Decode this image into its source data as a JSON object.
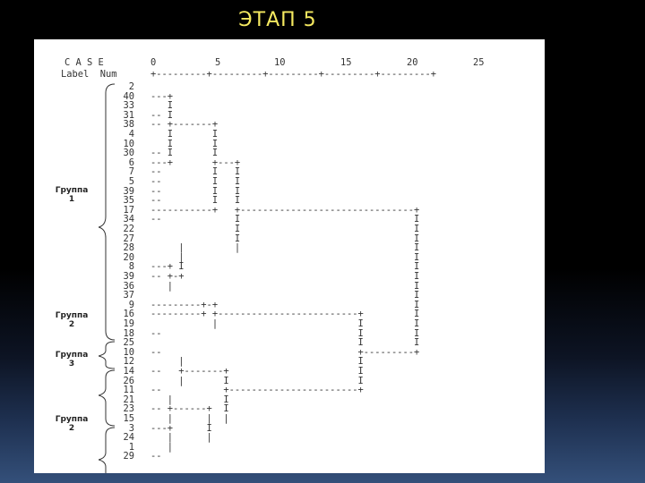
{
  "title": "ЭТАП 5",
  "header": {
    "line1_left": "C A S E",
    "scale_ticks": [
      "0",
      "5",
      "10",
      "15",
      "20",
      "25"
    ],
    "line2_left": "Label  Num",
    "rule": "+---------+---------+---------+---------+---------+"
  },
  "groups": [
    {
      "name": "Группа",
      "number": "1"
    },
    {
      "name": "Группа",
      "number": "2"
    },
    {
      "name": "Группа",
      "number": "3"
    },
    {
      "name": "Группа",
      "number": "2"
    }
  ],
  "rows": [
    {
      "num": "2",
      "tree": ""
    },
    {
      "num": "40",
      "tree": "---+"
    },
    {
      "num": "33",
      "tree": "   I"
    },
    {
      "num": "31",
      "tree": "-- I"
    },
    {
      "num": "38",
      "tree": "-- +-------+"
    },
    {
      "num": "4",
      "tree": "   I       I"
    },
    {
      "num": "10",
      "tree": "   I       I"
    },
    {
      "num": "30",
      "tree": "-- I       I"
    },
    {
      "num": "6",
      "tree": "---+       +---+"
    },
    {
      "num": "7",
      "tree": "--         I   I"
    },
    {
      "num": "5",
      "tree": "--         I   I"
    },
    {
      "num": "39",
      "tree": "--         I   I"
    },
    {
      "num": "35",
      "tree": "--         I   I"
    },
    {
      "num": "17",
      "tree": "-----------+   +-------------------------------+"
    },
    {
      "num": "34",
      "tree": "--             I                               I"
    },
    {
      "num": "22",
      "tree": "               I                               I"
    },
    {
      "num": "27",
      "tree": "               I                               I"
    },
    {
      "num": "28",
      "tree": "     |         |                               I"
    },
    {
      "num": "20",
      "tree": "     |                                         I"
    },
    {
      "num": "8",
      "tree": "---+ I                                         I"
    },
    {
      "num": "39",
      "tree": "-- +-+                                         I"
    },
    {
      "num": "36",
      "tree": "   |                                           I"
    },
    {
      "num": "37",
      "tree": "                                               I"
    },
    {
      "num": "9",
      "tree": "---------+-+                                   I"
    },
    {
      "num": "16",
      "tree": "---------+ +-------------------------+         I"
    },
    {
      "num": "19",
      "tree": "           |                         I         I"
    },
    {
      "num": "18",
      "tree": "--                                   I         I"
    },
    {
      "num": "25",
      "tree": "                                     I         I"
    },
    {
      "num": "10",
      "tree": "--                                   +---------+"
    },
    {
      "num": "12",
      "tree": "     |                               I"
    },
    {
      "num": "14",
      "tree": "--   +-------+                       I"
    },
    {
      "num": "26",
      "tree": "     |       I                       I"
    },
    {
      "num": "11",
      "tree": "--           +-----------------------+"
    },
    {
      "num": "21",
      "tree": "   |         I"
    },
    {
      "num": "23",
      "tree": "-- +------+  I"
    },
    {
      "num": "15",
      "tree": "   |      |  |"
    },
    {
      "num": "3",
      "tree": "---+      I"
    },
    {
      "num": "24",
      "tree": "   |      |"
    },
    {
      "num": "1",
      "tree": "   |"
    },
    {
      "num": "29",
      "tree": "--"
    }
  ]
}
